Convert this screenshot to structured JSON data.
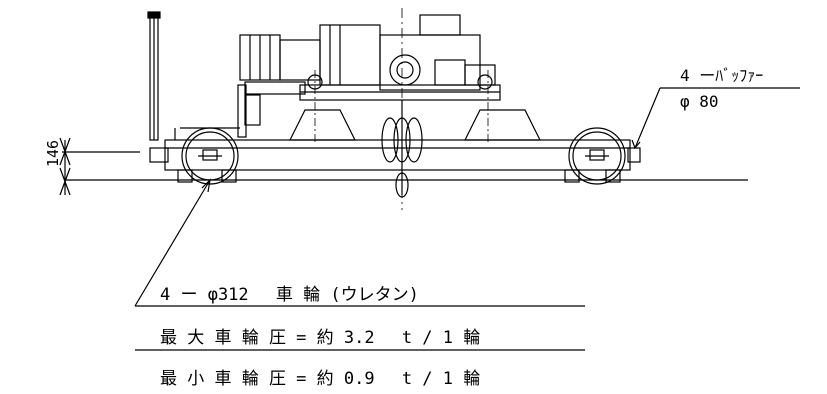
{
  "colors": {
    "line": "#000000",
    "background": "#ffffff"
  },
  "dimension": {
    "value": "146"
  },
  "buffer": {
    "line1": "4 ーﾊﾞｯﾌｧｰ",
    "line2": "φ 80"
  },
  "wheel_note": {
    "spec": "4 ー φ312　 車 輪 (ウレタン)",
    "max_load": "最 大 車 輪 圧 = 約 3.2　 t / 1 輪",
    "min_load": "最 小 車 輪 圧 = 約 0.9　 t / 1 輪"
  }
}
